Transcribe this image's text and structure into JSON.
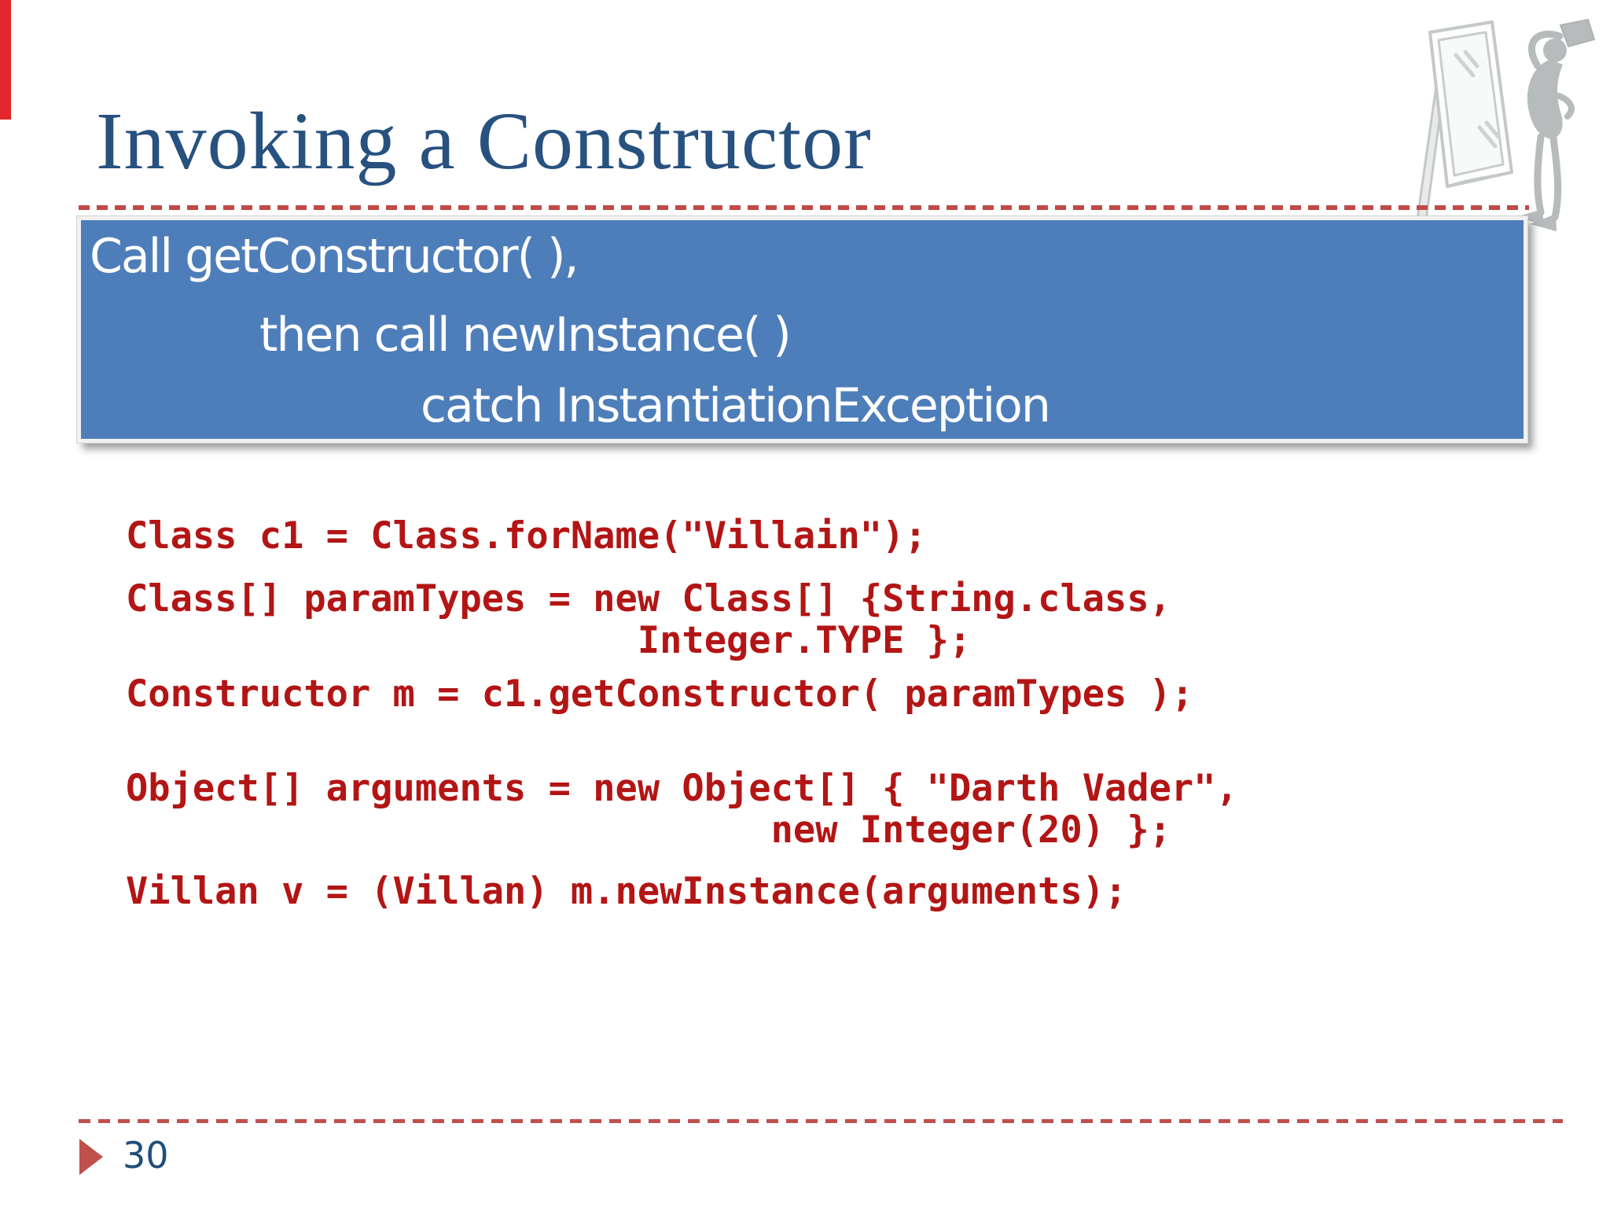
{
  "slide": {
    "title": "Invoking a Constructor",
    "title_color": "#27517f",
    "page_number": "30",
    "background_color": "#ffffff"
  },
  "callout": {
    "background_color": "#4e7eba",
    "text_color": "#ffffff",
    "lines": [
      "Call getConstructor( ),",
      "then call newInstance( )",
      "catch InstantiationException"
    ]
  },
  "code": {
    "text_color": "#b31515",
    "lines": [
      "Class c1 = Class.forName(\"Villain\");",
      "Class[] paramTypes = new Class[] {String.class,",
      "                       Integer.TYPE };",
      "Constructor m = c1.getConstructor( paramTypes );",
      "Object[] arguments = new Object[] { \"Darth Vader\",",
      "                             new Integer(20) };",
      "Villan v = (Villan) m.newInstance(arguments);"
    ]
  },
  "decorations": {
    "corner_bar_color": "#e2262c",
    "dashed_line_color": "#c0504d",
    "bullet_color": "#c0504d",
    "clipart": "mirror-and-person-clipart"
  }
}
